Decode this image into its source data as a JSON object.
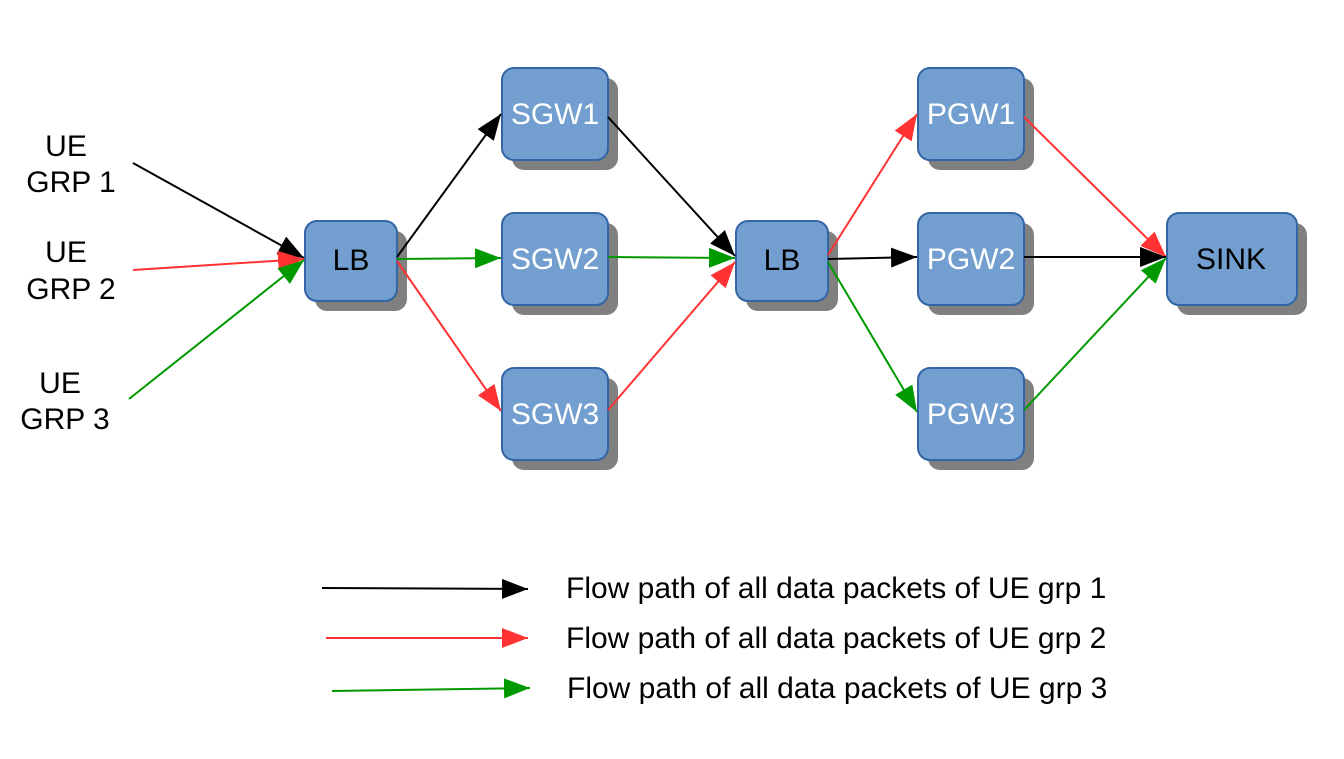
{
  "colors": {
    "grp1": "#000000",
    "grp2": "#ff3333",
    "grp3": "#009900",
    "node_fill": "#729fcf",
    "node_stroke": "#3465a4",
    "shadow": "#808080"
  },
  "ue_groups": [
    {
      "line1": "UE",
      "line2": "GRP 1"
    },
    {
      "line1": "UE",
      "line2": "GRP 2"
    },
    {
      "line1": "UE",
      "line2": "GRP 3"
    }
  ],
  "nodes": {
    "lb1": "LB",
    "sgw1": "SGW1",
    "sgw2": "SGW2",
    "sgw3": "SGW3",
    "lb2": "LB",
    "pgw1": "PGW1",
    "pgw2": "PGW2",
    "pgw3": "PGW3",
    "sink": "SINK"
  },
  "legend": [
    {
      "label": "Flow path of all data packets of UE grp 1",
      "color_key": "grp1"
    },
    {
      "label": "Flow path of all data packets of UE grp 2",
      "color_key": "grp2"
    },
    {
      "label": "Flow path of all data packets of UE grp 3",
      "color_key": "grp3"
    }
  ]
}
